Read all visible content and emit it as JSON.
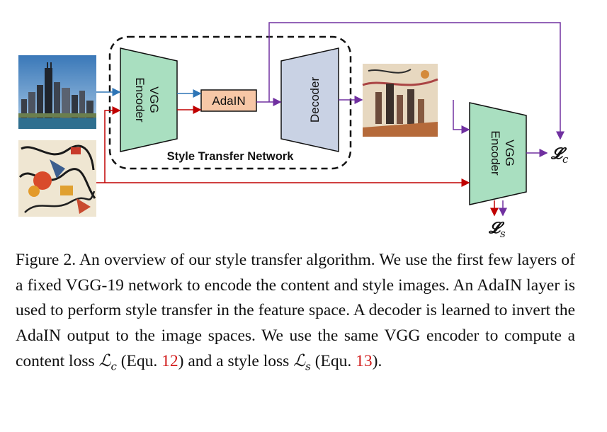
{
  "figure": {
    "encoder_label_line1": "VGG",
    "encoder_label_line2": "Encoder",
    "adain_label": "AdaIN",
    "decoder_label": "Decoder",
    "network_label": "Style Transfer Network",
    "loss_content_symbol": "𝓛",
    "loss_content_sub": "c",
    "loss_style_symbol": "𝓛",
    "loss_style_sub": "s",
    "colors": {
      "encoder_fill": "#a9dfc0",
      "adain_fill": "#f7c7a6",
      "decoder_fill": "#c9d2e4",
      "content_arrow": "#2e75b6",
      "style_arrow": "#c00000",
      "output_arrow": "#7030a0"
    }
  },
  "caption": {
    "part1": "Figure 2. An overview of our style transfer algorithm. We use the first few layers of a fixed VGG-19 network to encode the content and style images. An AdaIN layer is used to perform style transfer in the feature space. A decoder is learned to invert the AdaIN output to the image spaces. We use the same VGG encoder to compute a content loss ",
    "lc_symbol": "ℒ",
    "lc_sub": "c",
    "part2": " (Equ. ",
    "ref1": "12",
    "part3": ") and a style loss ",
    "ls_symbol": "ℒ",
    "ls_sub": "s",
    "part4": " (Equ. ",
    "ref2": "13",
    "part5": ")."
  }
}
